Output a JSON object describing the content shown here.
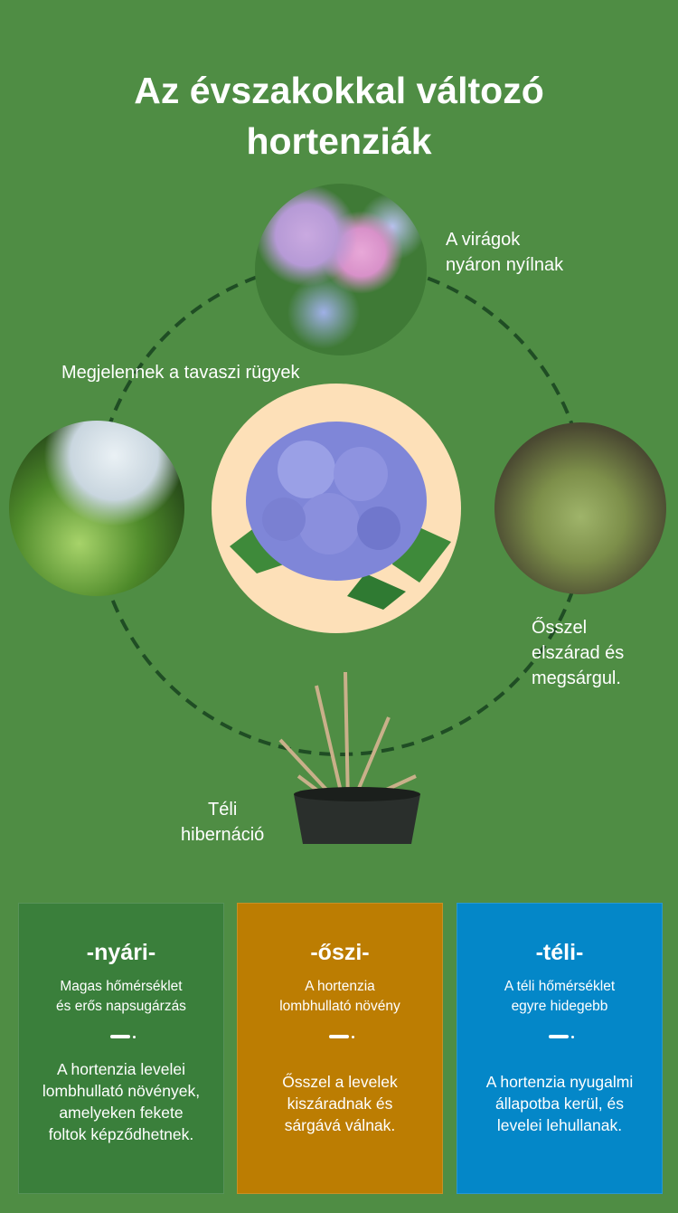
{
  "title": [
    "Az évszakokkal változó",
    "hortenziák"
  ],
  "labels": {
    "summer": [
      "A virágok",
      "nyáron nyílnak"
    ],
    "spring": "Megjelennek a tavaszi rügyek",
    "autumn": [
      "Ősszel",
      "elszárad és",
      "megsárgul."
    ],
    "winter": [
      "Téli",
      "hibernáció"
    ]
  },
  "cards": [
    {
      "heading": "-nyári-",
      "sub": [
        "Magas hőmérséklet",
        "és erős napsugárzás"
      ],
      "body": [
        "A hortenzia levelei",
        "lombhullató növények,",
        "amelyeken fekete",
        "foltok képződhetnek."
      ],
      "color": "#3a7f3b"
    },
    {
      "heading": "-őszi-",
      "sub": [
        "A hortenzia",
        "lombhullató növény"
      ],
      "body": [
        "Ősszel a levelek",
        "kiszáradnak és",
        "sárgává válnak."
      ],
      "color": "#bc7d02"
    },
    {
      "heading": "-téli-",
      "sub": [
        "A téli hőmérséklet",
        "egyre hidegebb"
      ],
      "body": [
        "A hortenzia nyugalmi",
        "állapotba kerül, és",
        "levelei lehullanak."
      ],
      "color": "#0487c8"
    }
  ],
  "colors": {
    "background": "#4f8d44",
    "center_circle": "#fde0b8",
    "ring": "#1f4d24"
  }
}
